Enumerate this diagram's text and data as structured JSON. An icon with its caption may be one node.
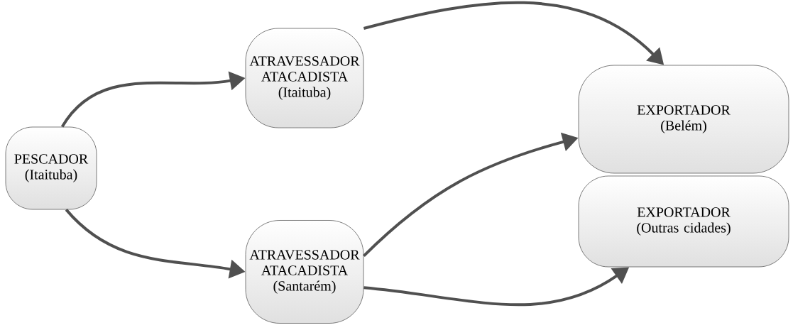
{
  "diagram": {
    "nodes": [
      {
        "text": [
          "PESCADOR",
          "(Itaituba)"
        ]
      },
      {
        "text": [
          "ATRAVESSADOR ATACADISTA",
          "(Itaituba)"
        ]
      },
      {
        "text": [
          "ATRAVESSADOR ATACADISTA",
          "(Santarém)"
        ]
      },
      {
        "text": [
          "EXPORTADOR",
          "(Belém)"
        ]
      },
      {
        "text": [
          "EXPORTADOR",
          "(Outras cidades)"
        ]
      }
    ],
    "edges": [
      {
        "from": 0,
        "to": 1,
        "arrow": "to"
      },
      {
        "from": 0,
        "to": 2,
        "arrow": "to"
      },
      {
        "from": 1,
        "to": 3,
        "arrow": "to"
      },
      {
        "from": 2,
        "to": 3,
        "arrow": "to"
      },
      {
        "from": 2,
        "to": 4,
        "arrow": "to"
      }
    ]
  }
}
